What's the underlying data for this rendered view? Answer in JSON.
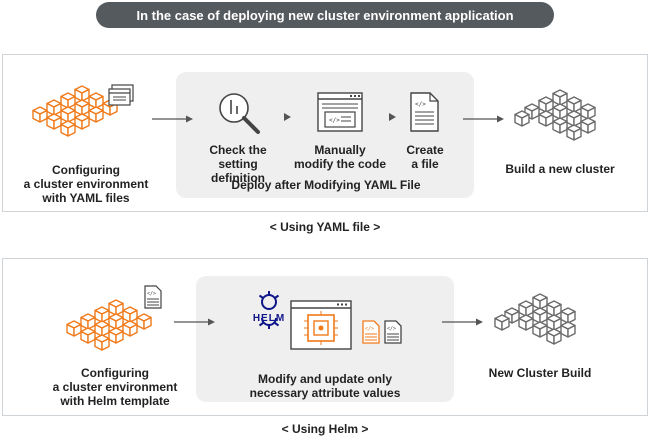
{
  "header": {
    "title": "In the case of deploying new cluster environment application"
  },
  "yaml_panel": {
    "source_label_l1": "Configuring",
    "source_label_l2": "a cluster environment",
    "source_label_l3": "with YAML files",
    "step1_l1": "Check the setting",
    "step1_l2": "definition",
    "step2_l1": "Manually",
    "step2_l2": "modify the code",
    "step3_l1": "Create",
    "step3_l2": "a file",
    "group_label": "Deploy after Modifying YAML File",
    "result_label": "Build a new cluster",
    "caption": "< Using YAML file >"
  },
  "helm_panel": {
    "source_label_l1": "Configuring",
    "source_label_l2": "a cluster environment",
    "source_label_l3": "with Helm template",
    "helm_logo_text": "HELM",
    "group_label_l1": "Modify and update only",
    "group_label_l2": "necessary attribute values",
    "result_label": "New Cluster Build",
    "caption": "< Using Helm >"
  },
  "colors": {
    "accent": "#f07a1a",
    "gray_cube": "#6b6b6b",
    "helm_blue": "#0f1689",
    "header_bg": "#555a5f"
  }
}
